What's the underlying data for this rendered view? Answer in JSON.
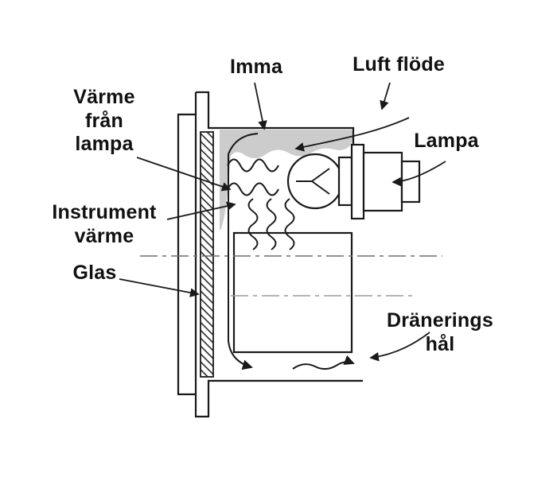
{
  "labels": {
    "imma": "Imma",
    "luft_flode": "Luft flöde",
    "varme_fran_lampa": "Värme\nfrån\nlampa",
    "lampa": "Lampa",
    "instrument_varme": "Instrument\nvärme",
    "glas": "Glas",
    "dranerings_hal": "Dränerings hål"
  },
  "colors": {
    "line": "#1a1a1a",
    "condensation_fill": "#cccccc",
    "centerline_primary": "#6e6e6e",
    "centerline_secondary": "#9c9c9c",
    "background": "#ffffff"
  }
}
